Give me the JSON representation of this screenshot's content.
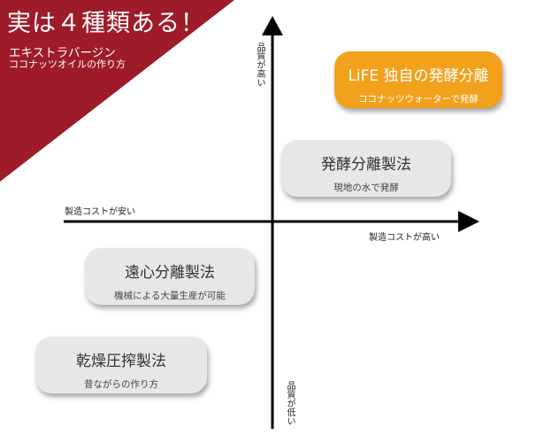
{
  "header": {
    "title": "実は４種類ある！",
    "subtitle": "エキストラバージン",
    "caption": "ココナッツオイルの作り方"
  },
  "axes": {
    "quality_high": "品質が高い",
    "quality_low": "品質が低い",
    "cost_low": "製造コストが安い",
    "cost_high": "製造コストが高い"
  },
  "methods": [
    {
      "title": "LiFE 独自の発酵分離",
      "note": "ココナッツウォーターで発酵"
    },
    {
      "title": "発酵分離製法",
      "note": "現地の水で発酵"
    },
    {
      "title": "遠心分離製法",
      "note": "機械による大量生産が可能"
    },
    {
      "title": "乾燥圧搾製法",
      "note": "昔ながらの作り方"
    }
  ],
  "colors": {
    "banner": "#9e1c2a",
    "highlight": "#f2a11c",
    "box": "#e7e7e7",
    "axis": "#000000"
  }
}
